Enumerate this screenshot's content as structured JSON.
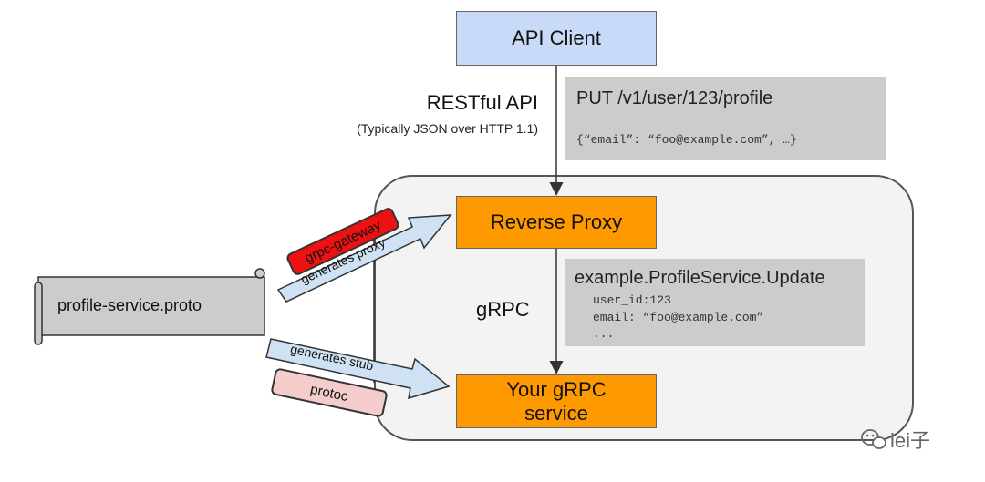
{
  "client": {
    "label": "API Client"
  },
  "rest": {
    "title": "RESTful API",
    "subtitle": "(Typically JSON over HTTP 1.1)"
  },
  "request": {
    "line": "PUT /v1/user/123/profile",
    "body": "{“email”: “foo@example.com”, …}"
  },
  "proxy": {
    "label": "Reverse Proxy"
  },
  "grpc": {
    "label": "gRPC"
  },
  "rpc": {
    "method": "example.ProfileService.Update",
    "lines": [
      "user_id:123",
      "email: “foo@example.com”",
      "..."
    ]
  },
  "service": {
    "line1": "Your gRPC",
    "line2": "service"
  },
  "proto": {
    "label": "profile-service.proto"
  },
  "tags": {
    "gateway": "grpc-gateway",
    "generates_proxy": "generates proxy",
    "generates_stub": "generates stub",
    "protoc": "protoc"
  },
  "watermark": {
    "text": "lei子",
    "icon": "wechat-icon"
  },
  "colors": {
    "client": "#c9daf8",
    "proxy": "#ff9900",
    "service": "#ff9900",
    "gateway": "#ee1111",
    "protoc": "#f4cccc",
    "arrow": "#cfe2f3",
    "container": "#f3f3f3"
  }
}
